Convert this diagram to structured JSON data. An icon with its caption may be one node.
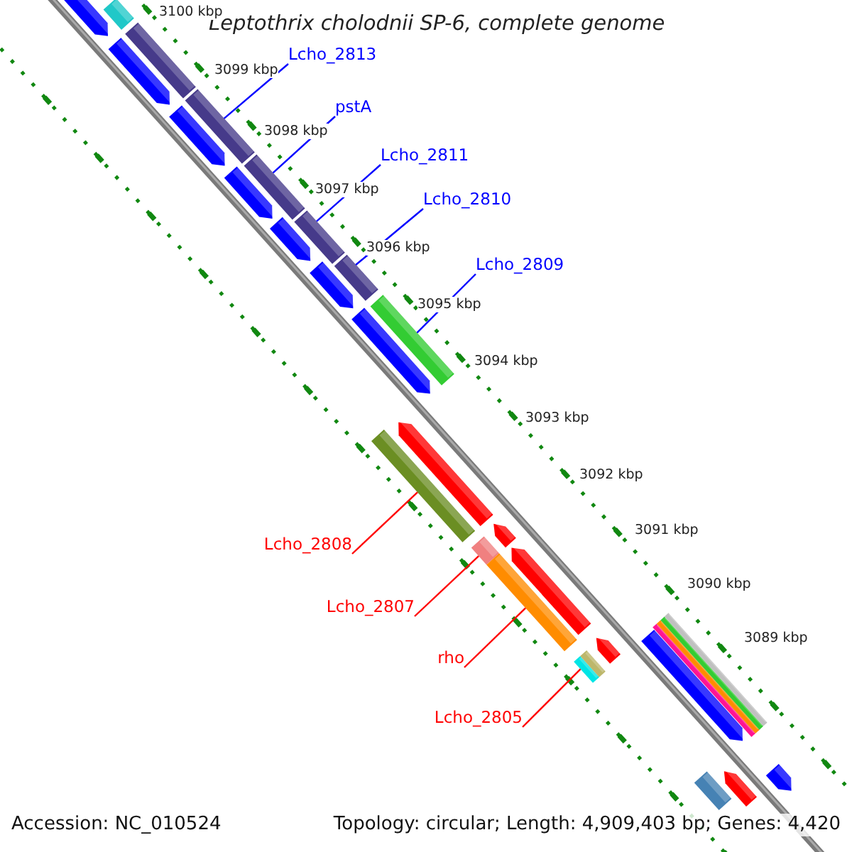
{
  "diagram": {
    "title": "Leptothrix cholodnii SP-6, complete genome",
    "nodes": [
      {
        "text": [
          "Lcho_2813"
        ]
      },
      {
        "text": [
          "pstA"
        ]
      },
      {
        "text": [
          "Lcho_2811"
        ]
      },
      {
        "text": [
          "Lcho_2810"
        ]
      },
      {
        "text": [
          "Lcho_2809"
        ]
      },
      {
        "text": [
          "Lcho_2808"
        ]
      },
      {
        "text": [
          "Lcho_2807"
        ]
      },
      {
        "text": [
          "rho"
        ]
      },
      {
        "text": [
          "Lcho_2805"
        ]
      },
      {
        "text": [],
        "shape": "bar"
      },
      {
        "text": [],
        "shape": "arrow"
      },
      {
        "text": [],
        "shape": "bar"
      },
      {
        "text": [],
        "shape": "arrow"
      },
      {
        "text": [],
        "shape": "bar"
      },
      {
        "text": [],
        "shape": "arrow"
      },
      {
        "text": [],
        "shape": "arrow"
      },
      {
        "text": [],
        "shape": "bar"
      },
      {
        "text": [],
        "shape": "arrow"
      },
      {
        "text": [],
        "shape": "bar"
      },
      {
        "text": [],
        "shape": "arrow"
      },
      {
        "text": [],
        "shape": "bar"
      },
      {
        "text": [],
        "shape": "arrow"
      },
      {
        "text": [],
        "shape": "bar"
      },
      {
        "text": [],
        "shape": "bar"
      },
      {
        "text": [],
        "shape": "arrow"
      },
      {
        "text": [],
        "shape": "arrow"
      },
      {
        "text": [],
        "shape": "bar"
      },
      {
        "text": [],
        "shape": "bar"
      },
      {
        "text": [],
        "shape": "arrow"
      },
      {
        "text": [],
        "shape": "arrow"
      },
      {
        "text": [],
        "shape": "bar"
      },
      {
        "text": [],
        "shape": "bar"
      },
      {
        "text": [],
        "shape": "arrow"
      },
      {
        "text": [],
        "shape": "arrow"
      },
      {
        "text": [],
        "shape": "arrow"
      },
      {
        "text": [],
        "shape": "bar"
      }
    ],
    "edges": [
      {
        "from": 0,
        "to": 13,
        "arrow": "none"
      },
      {
        "from": 1,
        "to": 16,
        "arrow": "none"
      },
      {
        "from": 2,
        "to": 18,
        "arrow": "none"
      },
      {
        "from": 3,
        "to": 20,
        "arrow": "none"
      },
      {
        "from": 4,
        "to": 22,
        "arrow": "none"
      },
      {
        "from": 5,
        "to": 23,
        "arrow": "none",
        "color": "#ff0000"
      },
      {
        "from": 6,
        "to": 26,
        "arrow": "none",
        "color": "#ff0000"
      },
      {
        "from": 7,
        "to": 27,
        "arrow": "none",
        "color": "#ff0000"
      },
      {
        "from": 8,
        "to": 30,
        "arrow": "none",
        "color": "#ff0000"
      }
    ],
    "labels": [
      "3100 kbp",
      "3099 kbp",
      "3098 kbp",
      "3097 kbp",
      "3096 kbp",
      "3095 kbp",
      "3094 kbp",
      "3093 kbp",
      "3092 kbp",
      "3091 kbp",
      "3090 kbp",
      "3089 kbp",
      "Accession: NC_010524",
      "Topology: circular; Length: 4,909,403 bp; Genes: 4,420"
    ]
  }
}
